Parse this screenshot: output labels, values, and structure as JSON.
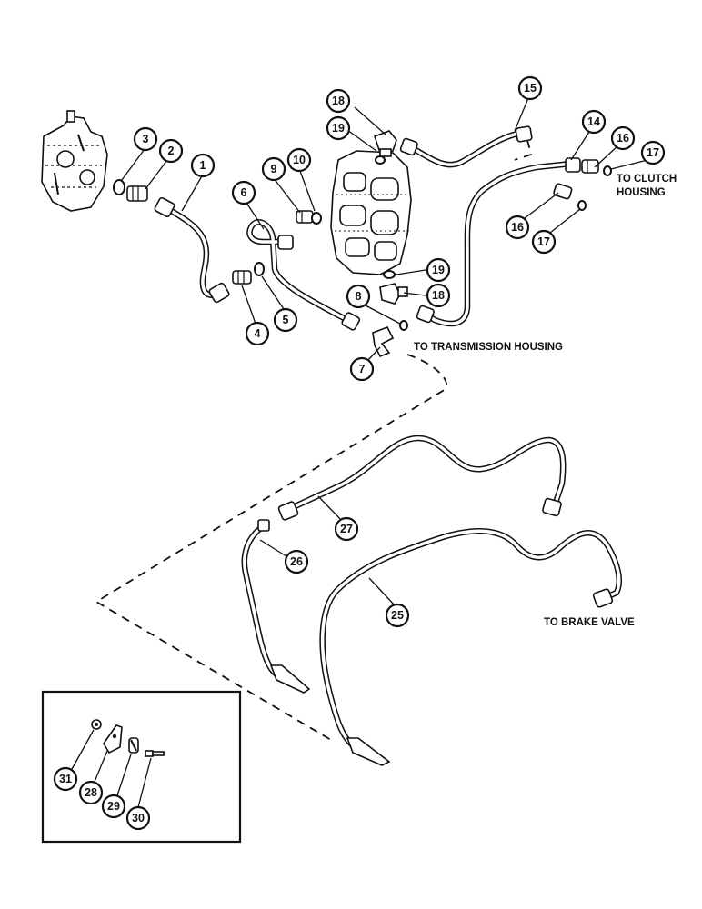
{
  "labels": {
    "clutch_line1": "TO CLUTCH",
    "clutch_line2": "HOUSING",
    "transmission": "TO TRANSMISSION HOUSING",
    "brake": "TO BRAKE VALVE"
  },
  "callouts": {
    "c1": "1",
    "c2": "2",
    "c3": "3",
    "c4": "4",
    "c5": "5",
    "c6": "6",
    "c7": "7",
    "c8": "8",
    "c9": "9",
    "c10": "10",
    "c14": "14",
    "c15": "15",
    "c16a": "16",
    "c16b": "16",
    "c17a": "17",
    "c17b": "17",
    "c18a": "18",
    "c18b": "18",
    "c19a": "19",
    "c19b": "19",
    "c25": "25",
    "c26": "26",
    "c27": "27",
    "c28": "28",
    "c29": "29",
    "c30": "30",
    "c31": "31"
  }
}
